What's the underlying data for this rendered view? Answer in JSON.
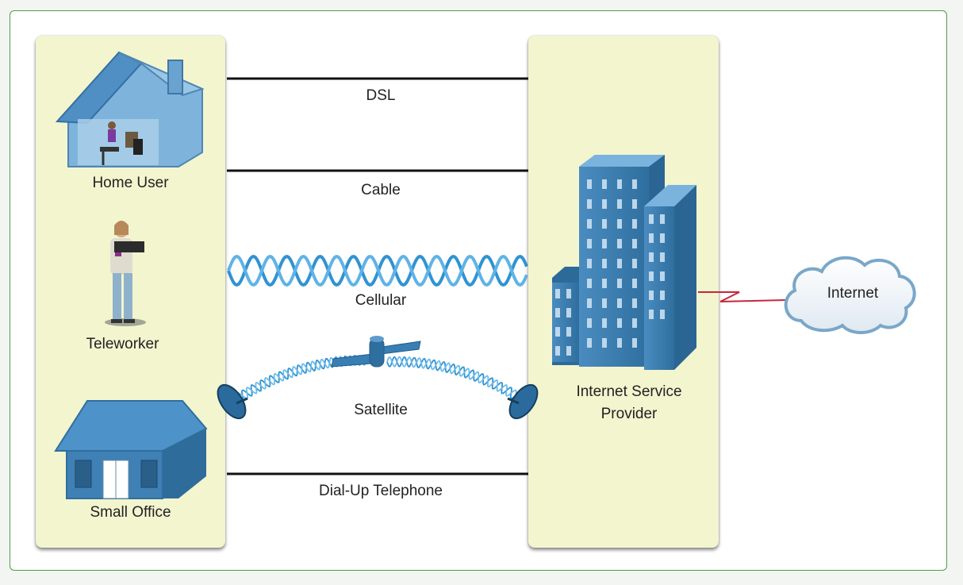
{
  "devices": {
    "home_user": "Home User",
    "teleworker": "Teleworker",
    "small_office": "Small Office",
    "isp_line1": "Internet Service",
    "isp_line2": "Provider",
    "internet": "Internet"
  },
  "connections": {
    "dsl": "DSL",
    "cable": "Cable",
    "cellular": "Cellular",
    "satellite": "Satellite",
    "dialup": "Dial-Up Telephone"
  },
  "colors": {
    "panel": "#f3f5cf",
    "frame_border": "#4f9d45",
    "wave": "#2f93d2",
    "building": "#3d7eae",
    "serial_link": "#c4283c"
  }
}
